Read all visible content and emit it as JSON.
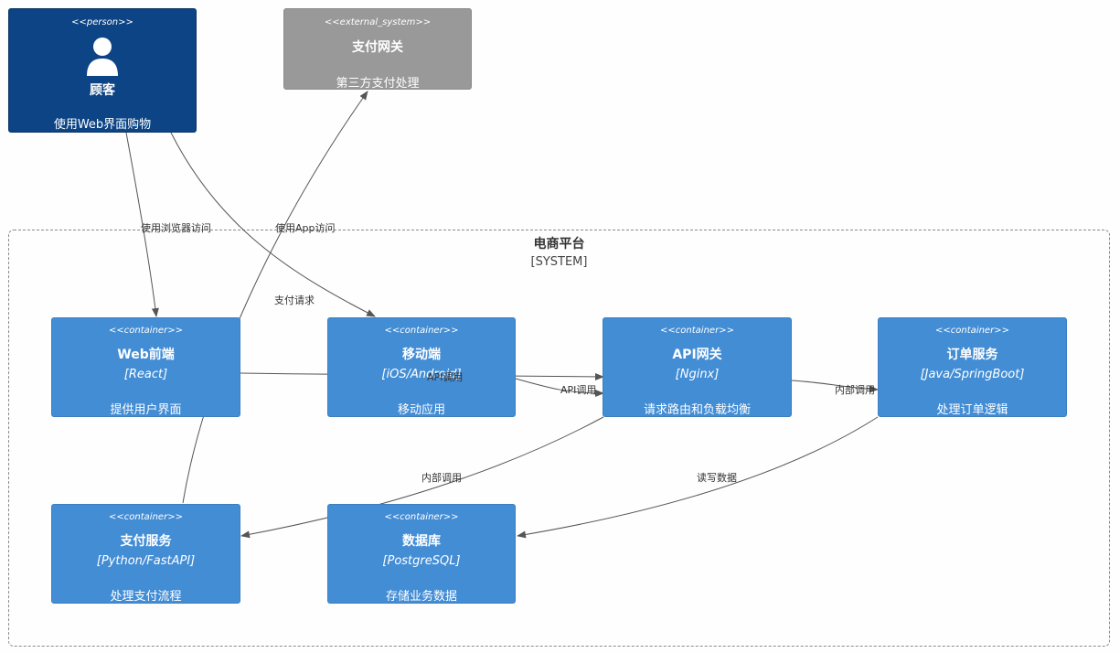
{
  "boundary": {
    "title": "电商平台",
    "type": "[SYSTEM]"
  },
  "person": {
    "stereotype": "<<person>>",
    "name": "顾客",
    "description": "使用Web界面购物",
    "icon": "user-icon"
  },
  "external": {
    "stereotype": "<<external_system>>",
    "name": "支付网关",
    "description": "第三方支付处理"
  },
  "containers": {
    "web": {
      "stereotype": "<<container>>",
      "name": "Web前端",
      "tech": "[React]",
      "description": "提供用户界面"
    },
    "mobile": {
      "stereotype": "<<container>>",
      "name": "移动端",
      "tech": "[iOS/Android]",
      "description": "移动应用"
    },
    "api": {
      "stereotype": "<<container>>",
      "name": "API网关",
      "tech": "[Nginx]",
      "description": "请求路由和负载均衡"
    },
    "order": {
      "stereotype": "<<container>>",
      "name": "订单服务",
      "tech": "[Java/SpringBoot]",
      "description": "处理订单逻辑"
    },
    "payment": {
      "stereotype": "<<container>>",
      "name": "支付服务",
      "tech": "[Python/FastAPI]",
      "description": "处理支付流程"
    },
    "database": {
      "stereotype": "<<container>>",
      "name": "数据库",
      "tech": "[PostgreSQL]",
      "description": "存储业务数据"
    }
  },
  "edges": {
    "browser": "使用浏览器访问",
    "app": "使用App访问",
    "pay_request": "支付请求",
    "web_api": "API调用",
    "mobile_api": "API调用",
    "api_order": "内部调用",
    "api_payment": "内部调用",
    "order_db": "读写数据"
  },
  "colors": {
    "person": "#0c4485",
    "external": "#999999",
    "container": "#438dd5",
    "line": "#555555"
  }
}
